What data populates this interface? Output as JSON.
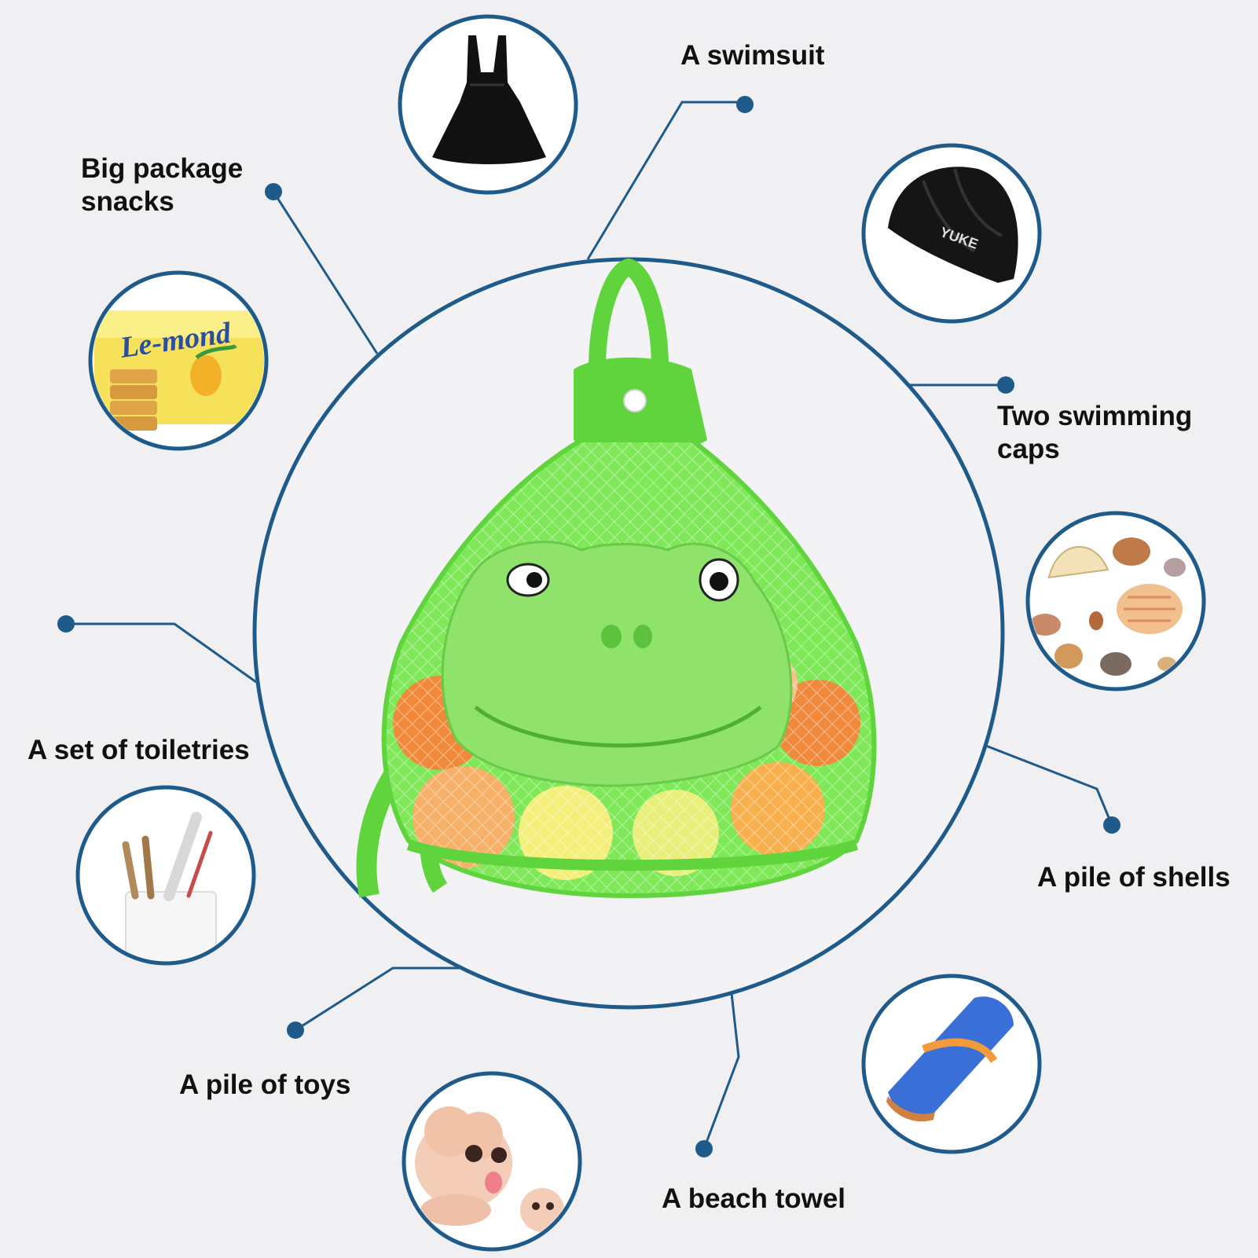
{
  "labels": {
    "swimsuit": "A swimsuit",
    "snacks_line1": "Big package",
    "snacks_line2": "snacks",
    "caps_line1": "Two swimming",
    "caps_line2": "caps",
    "toiletries": "A set of toiletries",
    "shells": "A pile of shells",
    "toys": "A pile of toys",
    "towel": "A beach towel"
  },
  "product_logo": {
    "snack_brand": "Le-mond",
    "cap_brand": "YUKE"
  },
  "colors": {
    "background": "#f0f0f2",
    "ring": "#1e5a8a",
    "bag_green": "#6fe04a",
    "bag_dark": "#45c22a"
  }
}
